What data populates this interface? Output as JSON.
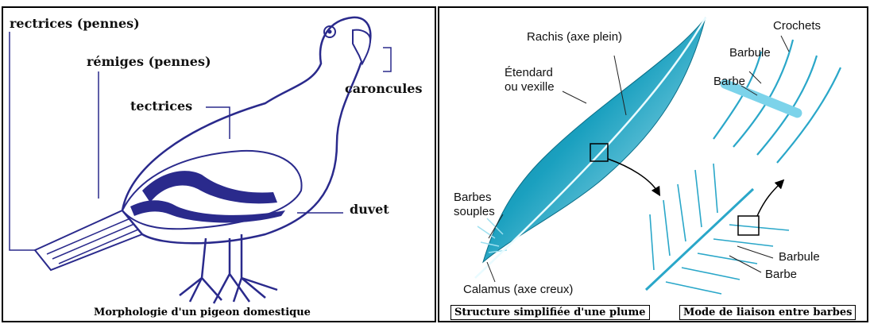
{
  "left_panel": {
    "labels": {
      "rectrices": "rectrices (pennes)",
      "remiges": "rémiges (pennes)",
      "tectrices": "tectrices",
      "caroncules": "caroncules",
      "duvet": "duvet"
    },
    "caption": "Morphologie d'un pigeon domestique"
  },
  "right_panel": {
    "labels": {
      "rachis": "Rachis (axe plein)",
      "etendard_1": "Étendard",
      "etendard_2": "ou vexille",
      "barbes_souples_1": "Barbes",
      "barbes_souples_2": "souples",
      "calamus": "Calamus (axe creux)",
      "crochets": "Crochets",
      "barbule_top": "Barbule",
      "barbe_top": "Barbe",
      "barbule_bottom": "Barbule",
      "barbe_bottom": "Barbe"
    },
    "captions": {
      "structure": "Structure simplifiée d'une plume",
      "liaison": "Mode de liaison entre barbes"
    }
  },
  "colors": {
    "pigeon_band": "#2a2a8c",
    "feather_dark": "#0f7d96",
    "feather_light": "#c8f0fa",
    "barb_blue": "#2aa7c9"
  }
}
